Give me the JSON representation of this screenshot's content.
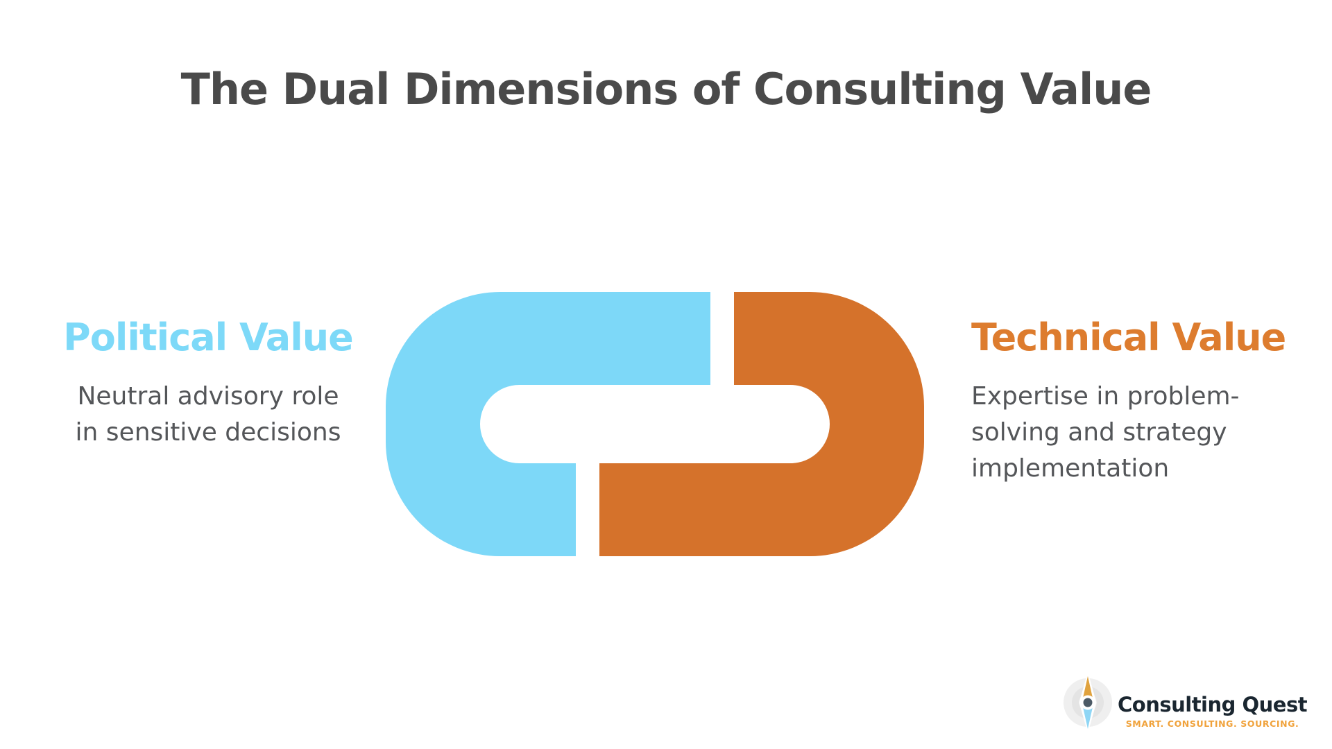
{
  "title": "The Dual Dimensions of Consulting Value",
  "political": {
    "heading": "Political Value",
    "description_line1": "Neutral advisory role",
    "description_line2": "in sensitive decisions"
  },
  "technical": {
    "heading": "Technical Value",
    "description_line1": "Expertise in problem-",
    "description_line2": "solving and strategy",
    "description_line3": "implementation"
  },
  "diagram": {
    "type": "interlocking-chain-links",
    "left_link_label": "Political Value",
    "right_link_label": "Technical Value",
    "left_link_color": "#7dd8f8",
    "right_link_color": "#d5722b"
  },
  "logo": {
    "brand": "Consulting Quest",
    "tagline": "SMART. CONSULTING. SOURCING.",
    "icon": "compass-needle-icon",
    "icon_colors": {
      "needle_top": "#e0a23e",
      "needle_bottom": "#8fd6f5",
      "center_dot": "#4c5a66",
      "glow": "#efefef"
    }
  },
  "colors": {
    "background": "#ffffff",
    "title_text": "#4a4a4a",
    "body_text": "#545659",
    "political_accent": "#7dd9f8",
    "technical_accent": "#dd7c2e",
    "brand_text": "#1a2630",
    "tagline_accent": "#f0a23b"
  }
}
